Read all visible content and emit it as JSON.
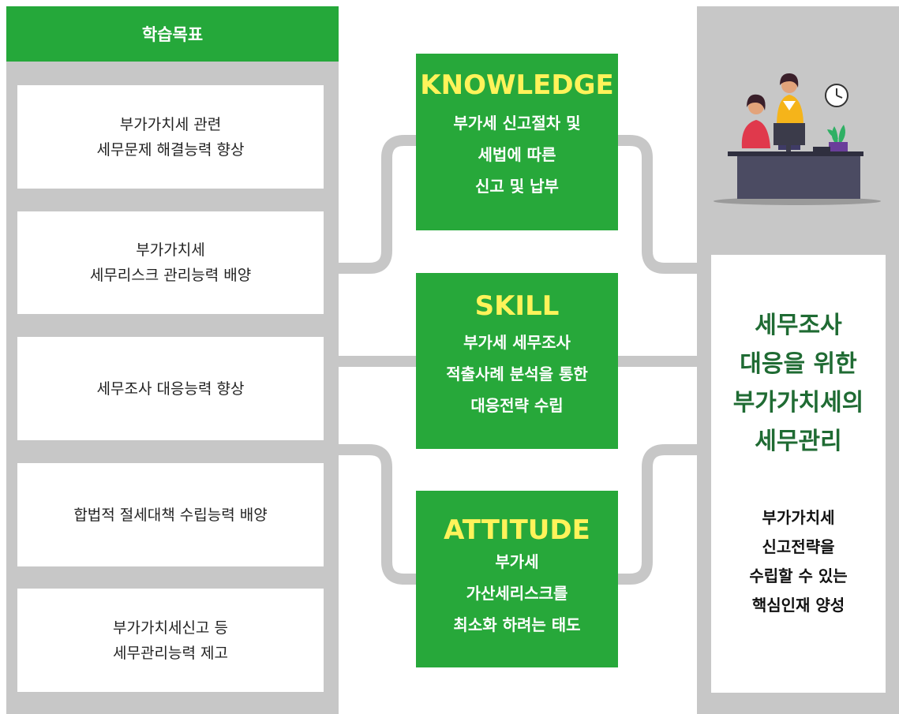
{
  "left": {
    "header": "학습목표",
    "goals": [
      "부가가치세 관련\n세무문제 해결능력 향상",
      "부가가치세\n세무리스크 관리능력 배양",
      "세무조사 대응능력 향상",
      "합법적 절세대책 수립능력 배양",
      "부가가치세신고 등\n세무관리능력 제고"
    ]
  },
  "center": {
    "boxes": [
      {
        "title": "KNOWLEDGE",
        "desc": "부가세 신고절차 및\n세법에 따른\n신고 및 납부"
      },
      {
        "title": "SKILL",
        "desc": "부가세 세무조사\n적출사례 분석을 통한\n대응전략 수립"
      },
      {
        "title": "ATTITUDE",
        "desc": "부가세\n가산세리스크를\n최소화 하려는 태도"
      }
    ]
  },
  "right": {
    "title": "세무조사\n대응을 위한\n부가가치세의\n세무관리",
    "desc": "부가가치세\n신고전략을\n수립할 수 있는\n핵심인재 양성",
    "illustration": "office-workers-icon"
  },
  "colors": {
    "accent_green": "#27a83a",
    "title_yellow": "#fff35a",
    "panel_gray": "#c7c7c7",
    "dark_green_text": "#1f6b33"
  }
}
